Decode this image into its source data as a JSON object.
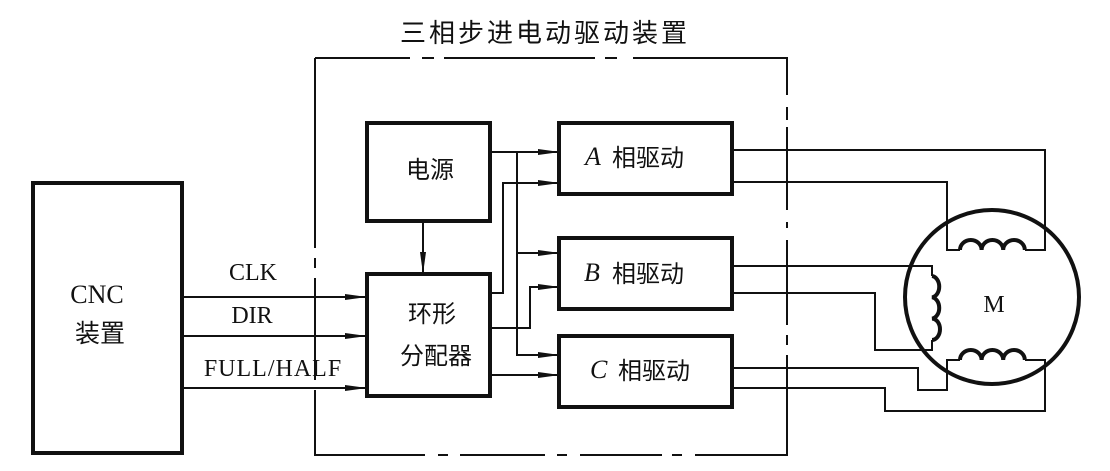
{
  "title": "三相步进电动驱动装置",
  "blocks": {
    "cnc": {
      "line1": "CNC",
      "line2": "装置"
    },
    "power": {
      "label": "电源"
    },
    "distributor": {
      "line1": "环形",
      "line2": "分配器"
    },
    "driveA": {
      "phase": "A",
      "label": "相驱动"
    },
    "driveB": {
      "phase": "B",
      "label": "相驱动"
    },
    "driveC": {
      "phase": "C",
      "label": "相驱动"
    },
    "motor": {
      "label": "M"
    }
  },
  "signals": [
    "CLK",
    "DIR",
    "FULL/HALF"
  ]
}
